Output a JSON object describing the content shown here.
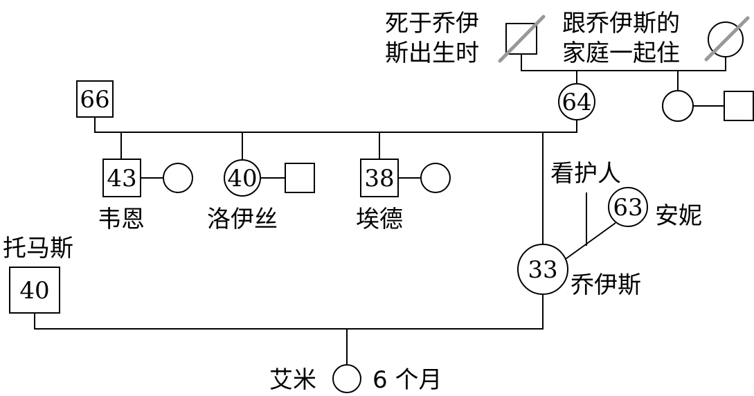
{
  "people": {
    "grandfather_paternal": {
      "age": "66"
    },
    "grandmother": {
      "age": "64"
    },
    "wayne": {
      "age": "43",
      "name": "韦恩"
    },
    "lois": {
      "age": "40",
      "name": "洛伊丝"
    },
    "ed": {
      "age": "38",
      "name": "埃德"
    },
    "joyce": {
      "age": "33",
      "name": "乔伊斯"
    },
    "annie": {
      "age": "63",
      "name": "安妮"
    },
    "thomas": {
      "age": "40",
      "name": "托马斯"
    },
    "amy": {
      "name": "艾米",
      "age_text": "6 个月"
    }
  },
  "annotations": {
    "died_line1": "死于乔伊",
    "died_line2": "斯出生时",
    "lives_line1": "跟乔伊斯的",
    "lives_line2": "家庭一起住",
    "caregiver": "看护人"
  }
}
